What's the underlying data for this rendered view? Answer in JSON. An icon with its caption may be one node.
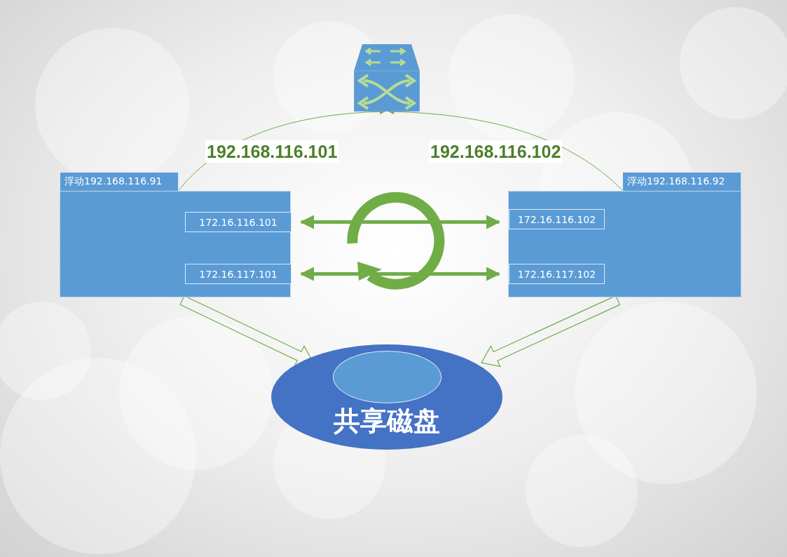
{
  "diagram": {
    "nodes": [
      {
        "text": [],
        "shape": "picture"
      },
      {
        "text": [
          "浮动192.168.116.91"
        ]
      },
      {
        "text": [],
        "shape": "box"
      },
      {
        "text": [
          "172.16.116.101"
        ],
        "in": 2
      },
      {
        "text": [
          "172.16.117.101"
        ],
        "in": 2
      },
      {
        "text": [
          "浮动192.168.116.92"
        ]
      },
      {
        "text": [],
        "shape": "box"
      },
      {
        "text": [
          "172.16.116.102"
        ],
        "in": 6
      },
      {
        "text": [
          "172.16.117.102"
        ],
        "in": 6
      },
      {
        "text": [
          "共享磁盘"
        ]
      },
      {
        "text": [],
        "shape": "circle",
        "in": 9
      }
    ],
    "edges": [
      {
        "from": 1,
        "to": 0,
        "arrow": "to",
        "label": "192.168.116.101"
      },
      {
        "from": 5,
        "to": 0,
        "arrow": "to",
        "label": "192.168.116.102"
      },
      {
        "from": 3,
        "to": 7,
        "arrow": "both",
        "style": "thick"
      },
      {
        "from": 4,
        "to": 8,
        "arrow": "both",
        "style": "thick"
      },
      {
        "from": 2,
        "to": 9,
        "arrow": "to",
        "style": "thick"
      },
      {
        "from": 6,
        "to": 9,
        "arrow": "to",
        "style": "thick"
      }
    ]
  }
}
